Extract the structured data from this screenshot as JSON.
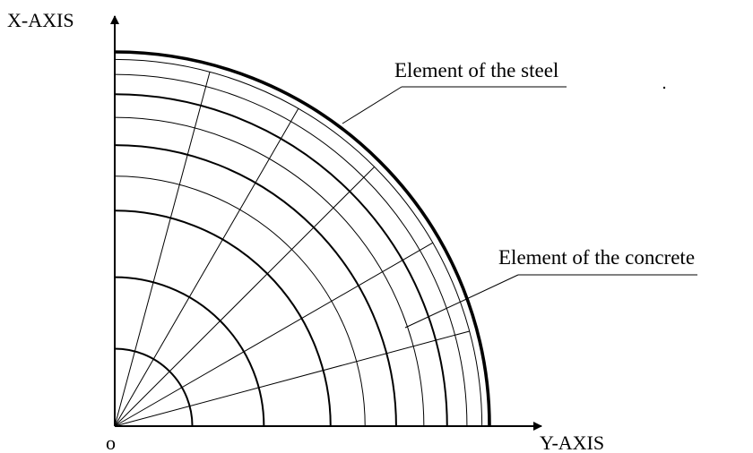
{
  "labels": {
    "x_axis": "X-AXIS",
    "y_axis": "Y-AXIS",
    "origin": "o",
    "steel": "Element of the steel",
    "concrete": "Element of the concrete"
  },
  "mesh": {
    "concrete_ring_radii": [
      0.207,
      0.398,
      0.576,
      0.668,
      0.751,
      0.825,
      0.887,
      0.94,
      0.98
    ],
    "bold_ring_radii": [
      0.207,
      0.398,
      0.576,
      0.751,
      0.887
    ],
    "radial_angles_deg": [
      15,
      30,
      45,
      60,
      75
    ],
    "steel_ring_radius": 1.0
  },
  "colors": {
    "line": "#000000",
    "background": "#ffffff"
  }
}
